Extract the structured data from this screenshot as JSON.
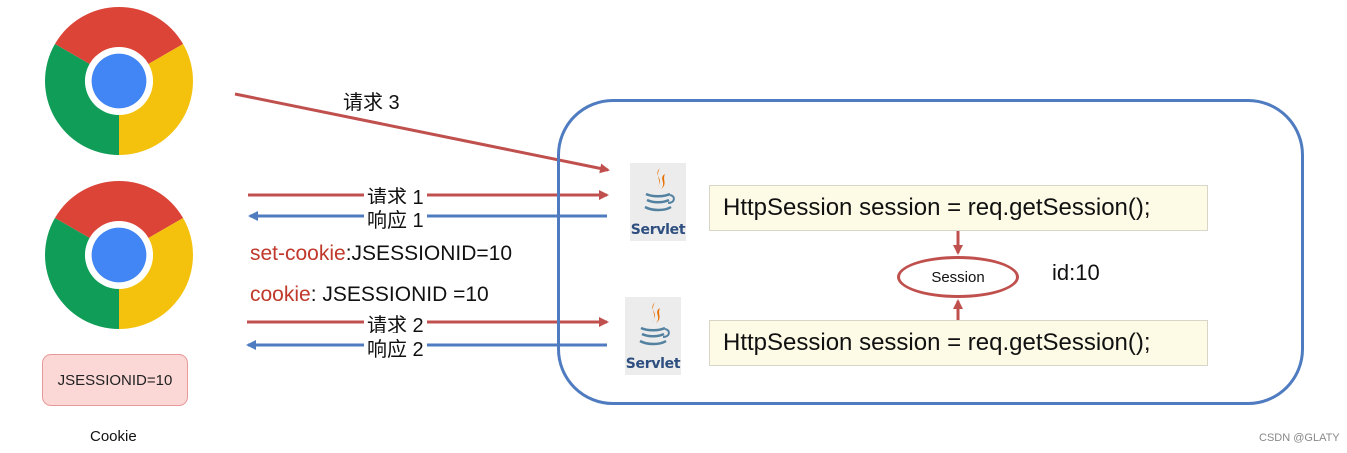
{
  "requests": {
    "req3_label": "请求 3",
    "req1_label": "请求 1",
    "resp1_label": "响应 1",
    "req2_label": "请求 2",
    "resp2_label": "响应 2"
  },
  "headers": {
    "set_cookie_key": "set-cookie",
    "set_cookie_value": ":JSESSIONID=10",
    "cookie_key": "cookie",
    "cookie_value": ": JSESSIONID =10"
  },
  "client": {
    "cookie_badge": "JSESSIONID=10",
    "cookie_caption": "Cookie",
    "browser_icons": [
      "chrome-icon",
      "chrome-icon"
    ]
  },
  "server": {
    "servlet_label": "Servlet",
    "code_line": "HttpSession session = req.getSession();",
    "session_label": "Session",
    "session_id": "id:10"
  },
  "watermark": "CSDN @GLATY",
  "colors": {
    "request_arrow": "#c0504d",
    "response_arrow": "#4f7cc0",
    "server_border": "#4f7cc0",
    "header_key": "#c0392b",
    "code_bg": "#fdfbe6",
    "cookie_bg": "#fbd7d6"
  }
}
